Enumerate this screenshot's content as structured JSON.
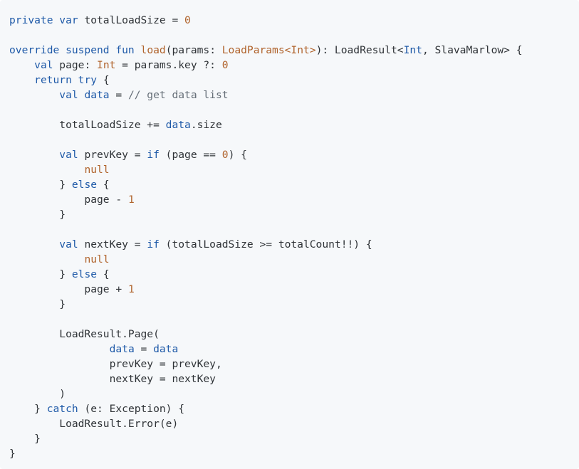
{
  "code": {
    "lines": [
      [
        {
          "t": "private var",
          "c": "kw"
        },
        {
          "t": " totalLoadSize = ",
          "c": "plain"
        },
        {
          "t": "0",
          "c": "num"
        }
      ],
      [],
      [
        {
          "t": "override suspend fun",
          "c": "kw"
        },
        {
          "t": " ",
          "c": "plain"
        },
        {
          "t": "load",
          "c": "ty"
        },
        {
          "t": "(params: ",
          "c": "plain"
        },
        {
          "t": "LoadParams<Int>",
          "c": "ty"
        },
        {
          "t": "): LoadResult<",
          "c": "plain"
        },
        {
          "t": "Int",
          "c": "kw"
        },
        {
          "t": ", SlavaMarlow> {",
          "c": "plain"
        }
      ],
      [
        {
          "t": "    ",
          "c": "plain"
        },
        {
          "t": "val",
          "c": "kw"
        },
        {
          "t": " page: ",
          "c": "plain"
        },
        {
          "t": "Int",
          "c": "ty"
        },
        {
          "t": " = params.key ?: ",
          "c": "plain"
        },
        {
          "t": "0",
          "c": "num"
        }
      ],
      [
        {
          "t": "    ",
          "c": "plain"
        },
        {
          "t": "return try",
          "c": "kw"
        },
        {
          "t": " {",
          "c": "plain"
        }
      ],
      [
        {
          "t": "        ",
          "c": "plain"
        },
        {
          "t": "val data",
          "c": "kw"
        },
        {
          "t": " = ",
          "c": "plain"
        },
        {
          "t": "// get data list",
          "c": "cm"
        }
      ],
      [],
      [
        {
          "t": "        totalLoadSize += ",
          "c": "plain"
        },
        {
          "t": "data",
          "c": "kw"
        },
        {
          "t": ".size",
          "c": "plain"
        }
      ],
      [],
      [
        {
          "t": "        ",
          "c": "plain"
        },
        {
          "t": "val",
          "c": "kw"
        },
        {
          "t": " prevKey = ",
          "c": "plain"
        },
        {
          "t": "if",
          "c": "kw"
        },
        {
          "t": " (page == ",
          "c": "plain"
        },
        {
          "t": "0",
          "c": "num"
        },
        {
          "t": ") {",
          "c": "plain"
        }
      ],
      [
        {
          "t": "            ",
          "c": "plain"
        },
        {
          "t": "null",
          "c": "ty"
        }
      ],
      [
        {
          "t": "        } ",
          "c": "plain"
        },
        {
          "t": "else",
          "c": "kw"
        },
        {
          "t": " {",
          "c": "plain"
        }
      ],
      [
        {
          "t": "            page - ",
          "c": "plain"
        },
        {
          "t": "1",
          "c": "num"
        }
      ],
      [
        {
          "t": "        }",
          "c": "plain"
        }
      ],
      [],
      [
        {
          "t": "        ",
          "c": "plain"
        },
        {
          "t": "val",
          "c": "kw"
        },
        {
          "t": " nextKey = ",
          "c": "plain"
        },
        {
          "t": "if",
          "c": "kw"
        },
        {
          "t": " (totalLoadSize >= totalCount!!) {",
          "c": "plain"
        }
      ],
      [
        {
          "t": "            ",
          "c": "plain"
        },
        {
          "t": "null",
          "c": "ty"
        }
      ],
      [
        {
          "t": "        } ",
          "c": "plain"
        },
        {
          "t": "else",
          "c": "kw"
        },
        {
          "t": " {",
          "c": "plain"
        }
      ],
      [
        {
          "t": "            page + ",
          "c": "plain"
        },
        {
          "t": "1",
          "c": "num"
        }
      ],
      [
        {
          "t": "        }",
          "c": "plain"
        }
      ],
      [],
      [
        {
          "t": "        LoadResult.Page(",
          "c": "plain"
        }
      ],
      [
        {
          "t": "                ",
          "c": "plain"
        },
        {
          "t": "data",
          "c": "kw"
        },
        {
          "t": " = ",
          "c": "plain"
        },
        {
          "t": "data",
          "c": "kw"
        }
      ],
      [
        {
          "t": "                prevKey = prevKey,",
          "c": "plain"
        }
      ],
      [
        {
          "t": "                nextKey = nextKey",
          "c": "plain"
        }
      ],
      [
        {
          "t": "        )",
          "c": "plain"
        }
      ],
      [
        {
          "t": "    } ",
          "c": "plain"
        },
        {
          "t": "catch",
          "c": "kw"
        },
        {
          "t": " (e: Exception) {",
          "c": "plain"
        }
      ],
      [
        {
          "t": "        LoadResult.Error(e)",
          "c": "plain"
        }
      ],
      [
        {
          "t": "    }",
          "c": "plain"
        }
      ],
      [
        {
          "t": "}",
          "c": "plain"
        }
      ]
    ]
  }
}
